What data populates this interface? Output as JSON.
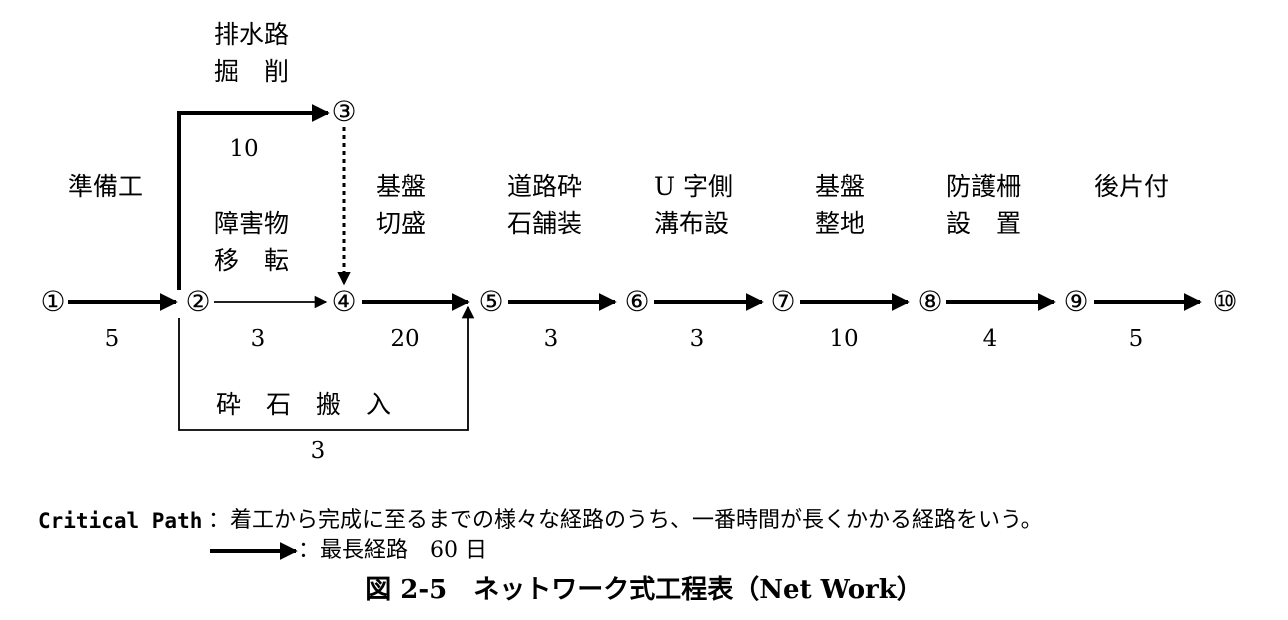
{
  "nodes": [
    "①",
    "②",
    "③",
    "④",
    "⑤",
    "⑥",
    "⑦",
    "⑧",
    "⑨",
    "⑩"
  ],
  "activities": {
    "drain": [
      "排水路",
      "掘　削"
    ],
    "drain_dur": "10",
    "prep": "準備工",
    "prep_dur": "5",
    "obstacle": [
      "障害物",
      "移　転"
    ],
    "obstacle_dur": "3",
    "base": [
      "基盤",
      "切盛"
    ],
    "base_dur": "20",
    "road": [
      "道路砕",
      "石舗装"
    ],
    "road_dur": "3",
    "ditch": [
      "U 字側",
      "溝布設"
    ],
    "ditch_dur": "3",
    "grade": [
      "基盤",
      "整地"
    ],
    "grade_dur": "10",
    "fence": [
      "防護柵",
      "設　置"
    ],
    "fence_dur": "4",
    "cleanup": "後片付",
    "cleanup_dur": "5",
    "gravel": "砕　石　搬　入",
    "gravel_dur": "3"
  },
  "notes": {
    "critical_term": "Critical Path",
    "critical_desc": "：着工から完成に至るまでの様々な経路のうち、一番時間が長くかかる経路をいう。",
    "legend_text": "：最長経路　60 日"
  },
  "caption": "図 2-5　ネットワーク式工程表（Net Work）"
}
